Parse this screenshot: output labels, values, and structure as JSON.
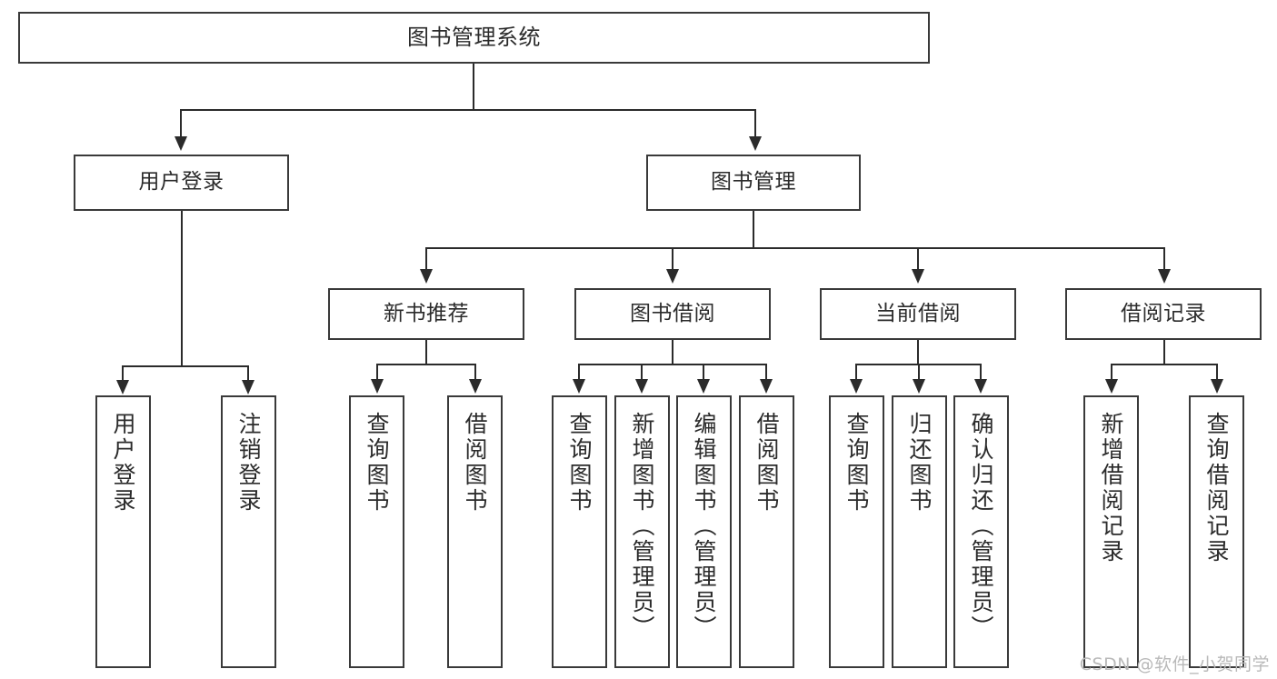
{
  "diagram": {
    "title": "图书管理系统",
    "type": "hierarchy-tree",
    "root": {
      "label": "图书管理系统"
    },
    "level2": [
      {
        "label": "用户登录"
      },
      {
        "label": "图书管理"
      }
    ],
    "level3": [
      {
        "label": "新书推荐"
      },
      {
        "label": "图书借阅"
      },
      {
        "label": "当前借阅"
      },
      {
        "label": "借阅记录"
      }
    ],
    "leaves": [
      {
        "label": "用户登录"
      },
      {
        "label": "注销登录"
      },
      {
        "label": "查询图书"
      },
      {
        "label": "借阅图书"
      },
      {
        "label": "查询图书"
      },
      {
        "label": "新增图书（管理员）"
      },
      {
        "label": "编辑图书（管理员）"
      },
      {
        "label": "借阅图书"
      },
      {
        "label": "查询图书"
      },
      {
        "label": "归还图书"
      },
      {
        "label": "确认归还（管理员）"
      },
      {
        "label": "新增借阅记录"
      },
      {
        "label": "查询借阅记录"
      }
    ]
  },
  "watermark": {
    "text": "CSDN @软件_小贺同学"
  },
  "colors": {
    "stroke": "#2b2b2b",
    "box_border": "#3a3a3a",
    "text": "#2b2b2b",
    "background": "#ffffff",
    "watermark": "#b9b9b9"
  }
}
